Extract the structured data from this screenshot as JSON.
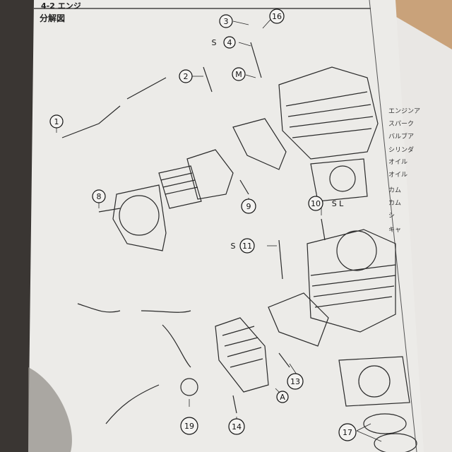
{
  "page": {
    "section_title": "4-2 エンジ",
    "subtitle": "分解図"
  },
  "toc": {
    "items": [
      "エンジンア",
      "スパーク",
      "バルブア",
      "シリンダ",
      "オイル",
      "オイル",
      "カム",
      "カム",
      "シ",
      "キャ"
    ]
  },
  "callouts": [
    {
      "id": "c3",
      "number": "3",
      "prefix": ""
    },
    {
      "id": "c16",
      "number": "16",
      "prefix": ""
    },
    {
      "id": "c4",
      "number": "4",
      "prefix": "S"
    },
    {
      "id": "c2",
      "number": "2",
      "prefix": ""
    },
    {
      "id": "cM",
      "number": "M",
      "prefix": ""
    },
    {
      "id": "c1",
      "number": "1",
      "prefix": ""
    },
    {
      "id": "c8",
      "number": "8",
      "prefix": ""
    },
    {
      "id": "c9",
      "number": "9",
      "prefix": ""
    },
    {
      "id": "c10",
      "number": "10",
      "prefix": "S L"
    },
    {
      "id": "c11",
      "number": "11",
      "prefix": "S"
    },
    {
      "id": "c13",
      "number": "13",
      "prefix": ""
    },
    {
      "id": "cA",
      "number": "A",
      "prefix": ""
    },
    {
      "id": "c19",
      "number": "19",
      "prefix": ""
    },
    {
      "id": "c14",
      "number": "14",
      "prefix": ""
    },
    {
      "id": "c17",
      "number": "17",
      "prefix": ""
    }
  ],
  "colors": {
    "paper": "#ebe9e6",
    "ink": "#2a2a2a",
    "shadow": "#3a3633"
  }
}
